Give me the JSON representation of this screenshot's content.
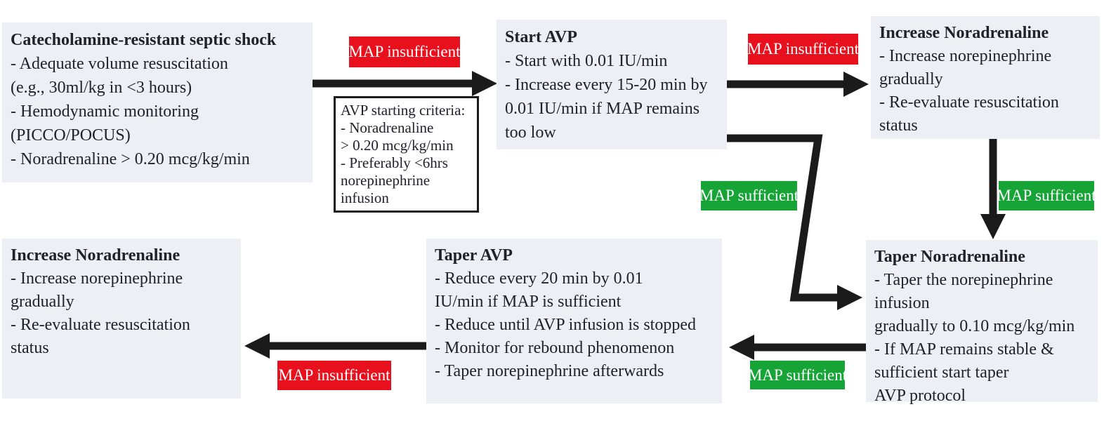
{
  "boxes": [
    {
      "id": "catecholamine-shock",
      "title": "Catecholamine-resistant septic shock",
      "lines": [
        "- Adequate volume resuscitation",
        "(e.g., 30ml/kg in <3 hours)",
        "- Hemodynamic monitoring",
        "(PICCO/POCUS)",
        "- Noradrenaline > 0.20 mcg/kg/min"
      ]
    },
    {
      "id": "start-avp",
      "title": "Start AVP",
      "lines": [
        "- Start with 0.01 IU/min",
        "- Increase every 15-20 min by",
        "0.01 IU/min if MAP remains",
        "too low"
      ]
    },
    {
      "id": "increase-noradrenaline-top",
      "title": "Increase Noradrenaline",
      "lines": [
        "- Increase norepinephrine",
        "gradually",
        "- Re-evaluate resuscitation",
        "status"
      ]
    },
    {
      "id": "taper-noradrenaline",
      "title": "Taper Noradrenaline",
      "lines": [
        "- Taper the norepinephrine",
        "infusion",
        "gradually to 0.10 mcg/kg/min",
        "- If MAP remains stable &",
        "sufficient start taper",
        "AVP protocol"
      ]
    },
    {
      "id": "taper-avp",
      "title": "Taper AVP",
      "lines": [
        "- Reduce every 20 min by 0.01",
        "IU/min if MAP is sufficient",
        "- Reduce until AVP infusion is stopped",
        "- Monitor for rebound phenomenon",
        "- Taper norepinephrine afterwards"
      ]
    },
    {
      "id": "increase-noradrenaline-bottom",
      "title": "Increase Noradrenaline",
      "lines": [
        "- Increase norepinephrine",
        "gradually",
        "- Re-evaluate resuscitation",
        "status"
      ]
    }
  ],
  "criteria_note": {
    "lines": [
      "AVP starting criteria:",
      "- Noradrenaline",
      "> 0.20 mcg/kg/min",
      "- Preferably <6hrs",
      "norepinephrine",
      "infusion"
    ]
  },
  "labels": [
    {
      "id": "map-insufficient-1",
      "text": "MAP insufficient",
      "type": "insufficient"
    },
    {
      "id": "map-insufficient-2",
      "text": "MAP insufficient",
      "type": "insufficient"
    },
    {
      "id": "map-sufficient-1",
      "text": "MAP sufficient",
      "type": "sufficient"
    },
    {
      "id": "map-sufficient-2",
      "text": "MAP sufficient",
      "type": "sufficient"
    },
    {
      "id": "map-sufficient-3",
      "text": "MAP sufficient",
      "type": "sufficient"
    },
    {
      "id": "map-insufficient-3",
      "text": "MAP insufficient",
      "type": "insufficient"
    }
  ],
  "connections": [
    {
      "from": "catecholamine-shock",
      "to": "start-avp",
      "condition": "MAP insufficient"
    },
    {
      "from": "start-avp",
      "to": "increase-noradrenaline-top",
      "condition": "MAP insufficient"
    },
    {
      "from": "increase-noradrenaline-top",
      "to": "taper-noradrenaline",
      "condition": "MAP sufficient"
    },
    {
      "from": "start-avp",
      "to": "taper-noradrenaline",
      "condition": "MAP sufficient"
    },
    {
      "from": "taper-noradrenaline",
      "to": "taper-avp",
      "condition": "MAP sufficient"
    },
    {
      "from": "taper-avp",
      "to": "increase-noradrenaline-bottom",
      "condition": "MAP insufficient"
    }
  ],
  "colors": {
    "map_insufficient_bg": "#e8101c",
    "map_sufficient_bg": "#16a437",
    "node_bg": "#edeff5",
    "criteria_border": "#1b1b1b",
    "arrow": "#1b1b1b",
    "text": "#21212b",
    "label_text": "#ffffff"
  }
}
